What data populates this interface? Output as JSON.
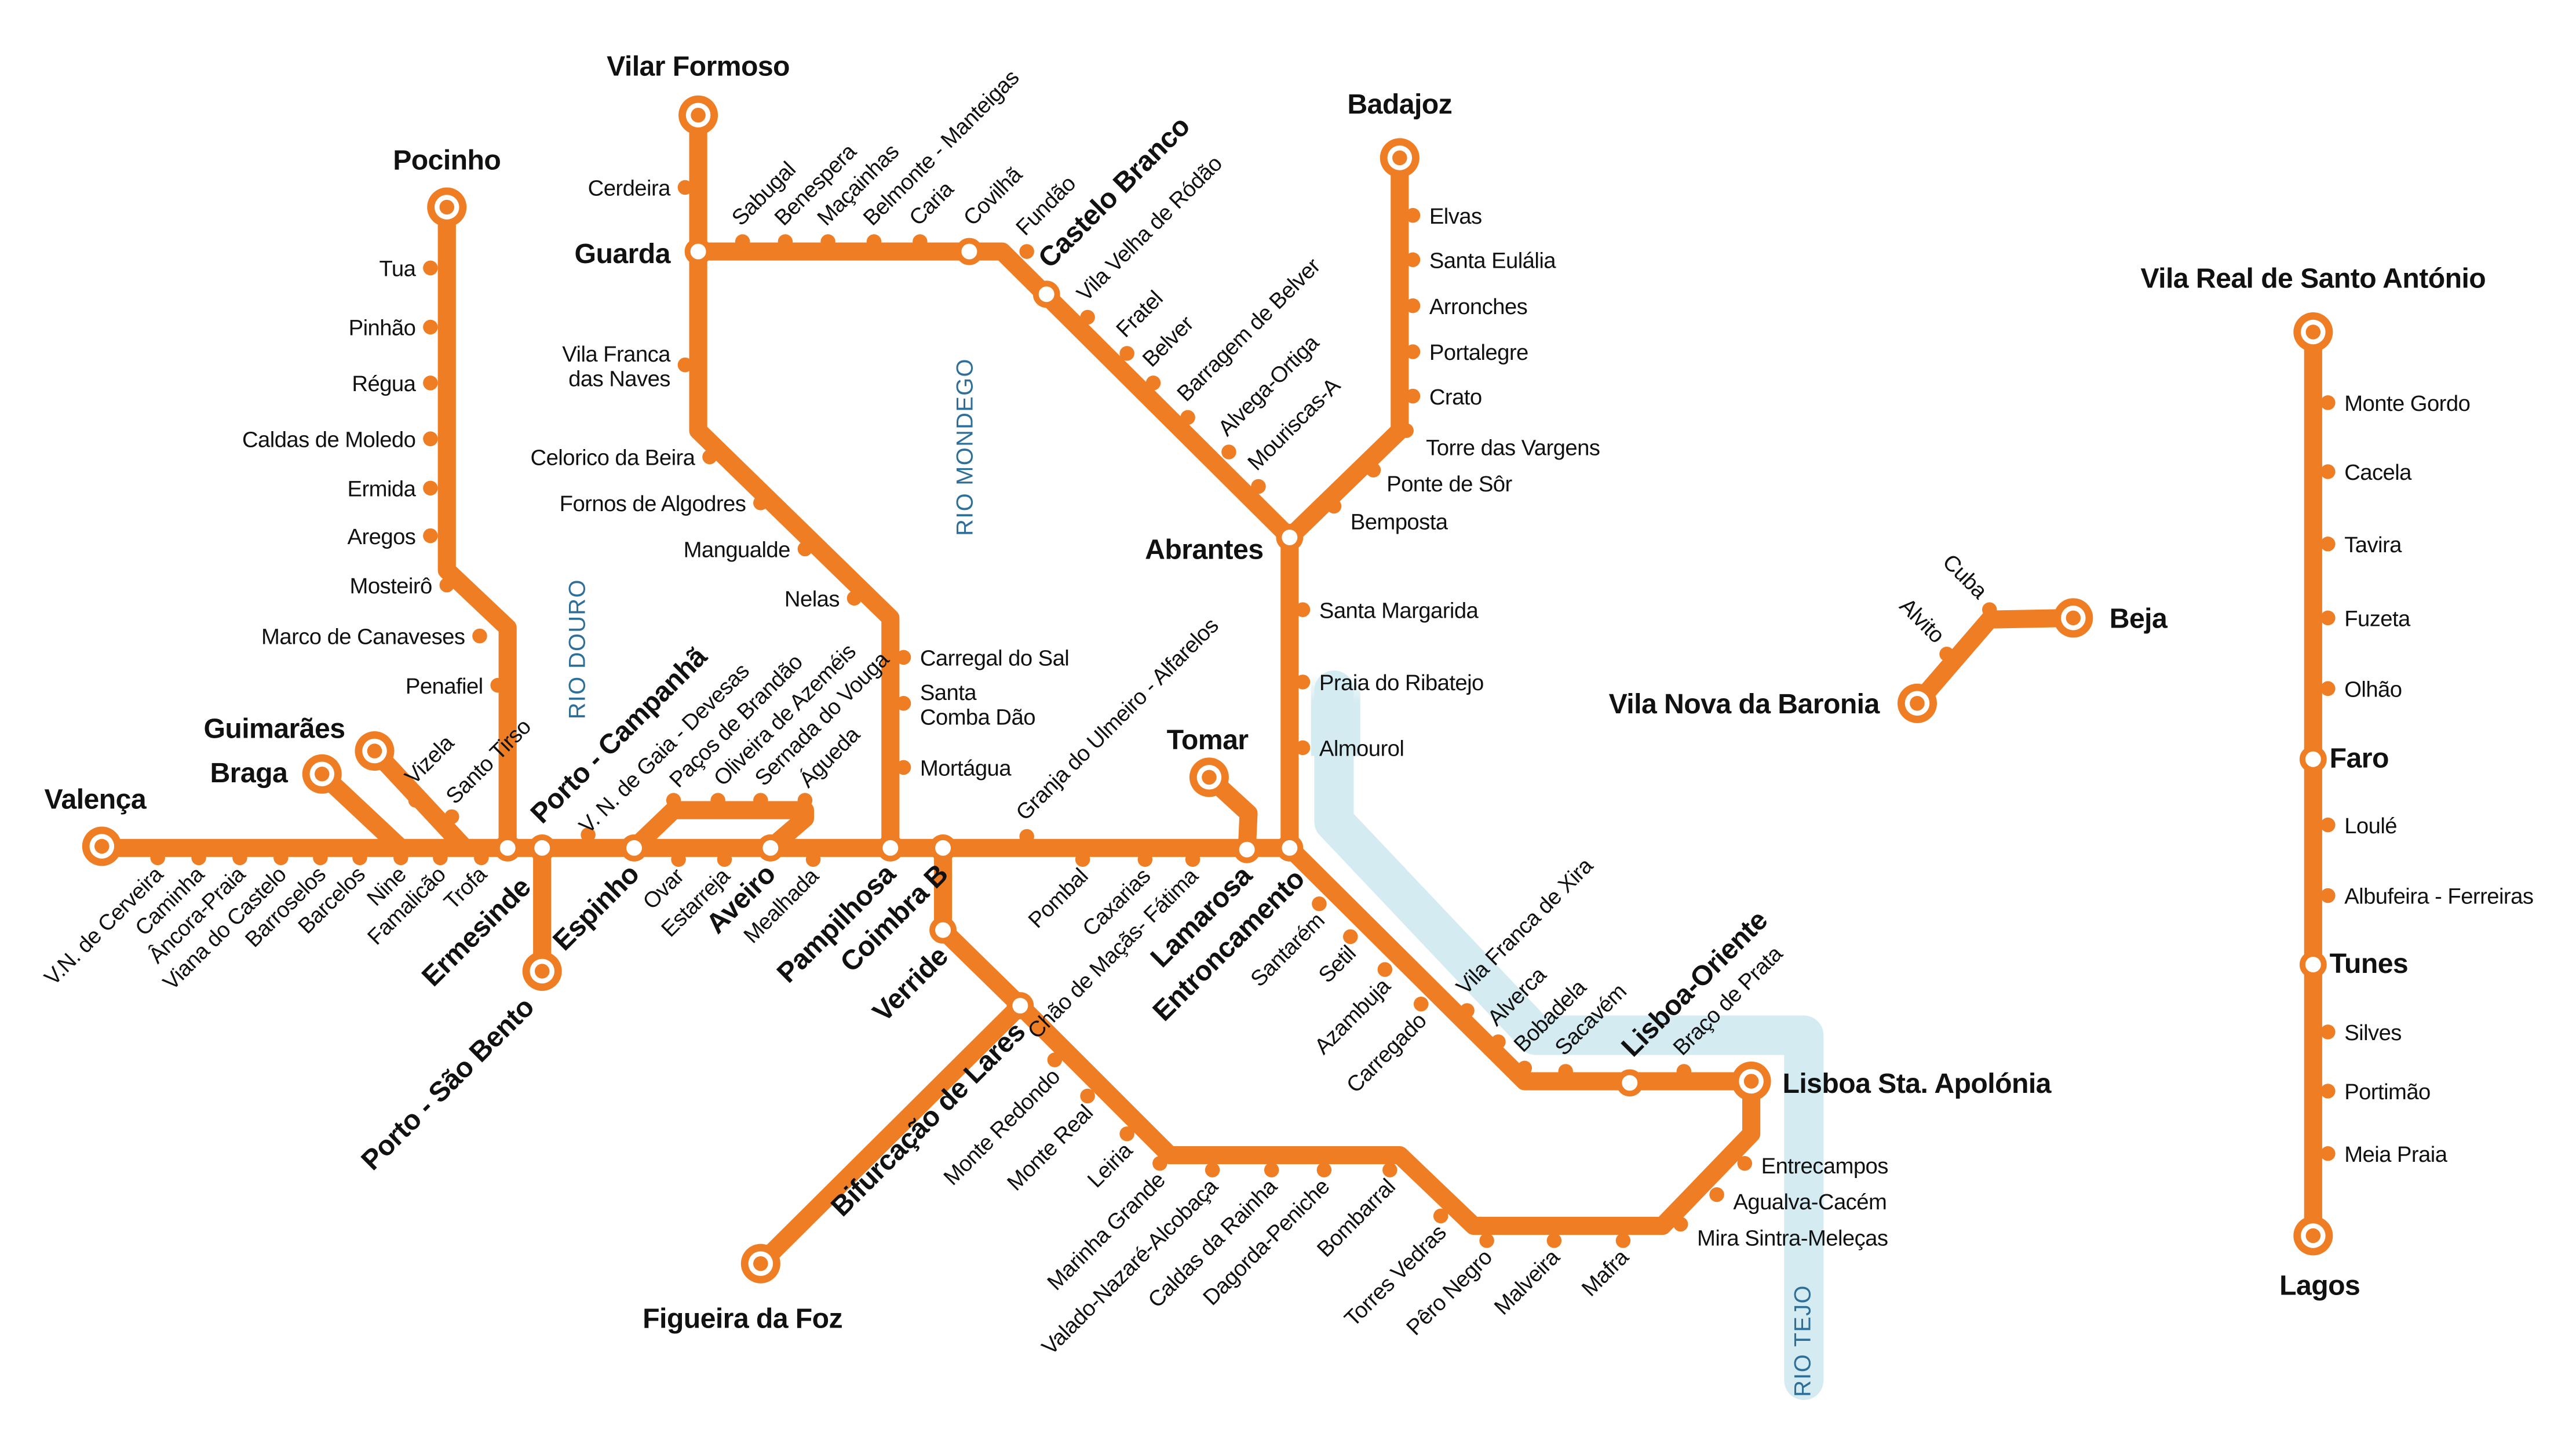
{
  "colors": {
    "line": "#ee7d24",
    "river": "#d4ebf2",
    "river_label": "#2e6f99",
    "station_fill": "#ffffff"
  },
  "rivers": [
    {
      "name": "RIO DOURO"
    },
    {
      "name": "RIO MONDEGO"
    },
    {
      "name": "RIO TEJO"
    }
  ],
  "stations": [
    {
      "name": "Valença",
      "kind": "terminal",
      "bold": true
    },
    {
      "name": "V.N. de Cerveira",
      "kind": "stop"
    },
    {
      "name": "Caminha",
      "kind": "stop"
    },
    {
      "name": "Âncora-Praia",
      "kind": "stop"
    },
    {
      "name": "Viana do Castelo",
      "kind": "stop"
    },
    {
      "name": "Barroselos",
      "kind": "stop"
    },
    {
      "name": "Barcelos",
      "kind": "stop"
    },
    {
      "name": "Nine",
      "kind": "stop"
    },
    {
      "name": "Famalicão",
      "kind": "stop"
    },
    {
      "name": "Trofa",
      "kind": "stop"
    },
    {
      "name": "Ermesinde",
      "kind": "interchange",
      "bold": true
    },
    {
      "name": "Braga",
      "kind": "terminal",
      "bold": true
    },
    {
      "name": "Guimarães",
      "kind": "terminal",
      "bold": true
    },
    {
      "name": "Vizela",
      "kind": "stop"
    },
    {
      "lines": [
        "Santo",
        "Tirso"
      ],
      "kind": "stop"
    },
    {
      "name": "Penafiel",
      "kind": "stop"
    },
    {
      "name": "Marco de Canaveses",
      "kind": "stop"
    },
    {
      "name": "Mosteirô",
      "kind": "stop"
    },
    {
      "name": "Aregos",
      "kind": "stop"
    },
    {
      "name": "Ermida",
      "kind": "stop"
    },
    {
      "name": "Caldas de Moledo",
      "kind": "stop"
    },
    {
      "name": "Régua",
      "kind": "stop"
    },
    {
      "name": "Pinhão",
      "kind": "stop"
    },
    {
      "name": "Tua",
      "kind": "stop"
    },
    {
      "name": "Pocinho",
      "kind": "terminal",
      "bold": true
    },
    {
      "name": "Porto - Campanhã",
      "kind": "interchange",
      "bold": true
    },
    {
      "name": "Porto - São Bento",
      "kind": "terminal",
      "bold": true
    },
    {
      "name": "V. N. de Gaia - Devesas",
      "kind": "stop"
    },
    {
      "name": "Espinho",
      "kind": "interchange",
      "bold": true
    },
    {
      "name": "Paços de Brandão",
      "kind": "stop"
    },
    {
      "name": "Oliveira de Azeméis",
      "kind": "stop"
    },
    {
      "lines": [
        "Sernada do",
        "Vouga"
      ],
      "kind": "stop"
    },
    {
      "name": "Águeda",
      "kind": "stop"
    },
    {
      "name": "Ovar",
      "kind": "stop"
    },
    {
      "name": "Estarreja",
      "kind": "stop"
    },
    {
      "name": "Aveiro",
      "kind": "interchange",
      "bold": true
    },
    {
      "name": "Mealhada",
      "kind": "stop"
    },
    {
      "name": "Pampilhosa",
      "kind": "interchange",
      "bold": true
    },
    {
      "name": "Coimbra B",
      "kind": "interchange",
      "bold": true
    },
    {
      "name": "Mortágua",
      "kind": "stop"
    },
    {
      "lines": [
        "Santa",
        "Comba Dão"
      ],
      "kind": "stop"
    },
    {
      "name": "Carregal do Sal",
      "kind": "stop"
    },
    {
      "name": "Nelas",
      "kind": "stop"
    },
    {
      "name": "Mangualde",
      "kind": "stop"
    },
    {
      "name": "Fornos de Algodres",
      "kind": "stop"
    },
    {
      "name": "Celorico da Beira",
      "kind": "stop"
    },
    {
      "lines": [
        "Vila Franca",
        "das Naves"
      ],
      "kind": "stop"
    },
    {
      "name": "Guarda",
      "kind": "interchange",
      "bold": true
    },
    {
      "name": "Cerdeira",
      "kind": "stop"
    },
    {
      "name": "Vilar Formoso",
      "kind": "terminal",
      "bold": true
    },
    {
      "name": "Sabugal",
      "kind": "stop"
    },
    {
      "name": "Benespera",
      "kind": "stop"
    },
    {
      "name": "Maçainhas",
      "kind": "stop"
    },
    {
      "name": "Belmonte - Manteigas",
      "kind": "stop"
    },
    {
      "name": "Caria",
      "kind": "stop"
    },
    {
      "name": "Covilhã",
      "kind": "interchange"
    },
    {
      "name": "Fundão",
      "kind": "stop"
    },
    {
      "name": "Castelo Branco",
      "kind": "interchange",
      "bold": true
    },
    {
      "name": "Vila Velha de Ródão",
      "kind": "stop"
    },
    {
      "name": "Fratel",
      "kind": "stop"
    },
    {
      "name": "Belver",
      "kind": "stop"
    },
    {
      "name": "Barragem de Belver",
      "kind": "stop"
    },
    {
      "name": "Alvega-Ortiga",
      "kind": "stop"
    },
    {
      "name": "Mouriscas-A",
      "kind": "stop"
    },
    {
      "name": "Abrantes",
      "kind": "interchange",
      "bold": true
    },
    {
      "name": "Bemposta",
      "kind": "stop"
    },
    {
      "name": "Ponte de Sôr",
      "kind": "stop"
    },
    {
      "name": "Torre das Vargens",
      "kind": "stop"
    },
    {
      "name": "Crato",
      "kind": "stop"
    },
    {
      "name": "Portalegre",
      "kind": "stop"
    },
    {
      "name": "Arronches",
      "kind": "stop"
    },
    {
      "name": "Santa Eulália",
      "kind": "stop"
    },
    {
      "name": "Elvas",
      "kind": "stop"
    },
    {
      "name": "Badajoz",
      "kind": "terminal",
      "bold": true
    },
    {
      "name": "Santa Margarida",
      "kind": "stop"
    },
    {
      "name": "Praia do Ribatejo",
      "kind": "stop"
    },
    {
      "name": "Almourol",
      "kind": "stop"
    },
    {
      "name": "Granja do Ulmeiro - Alfarelos",
      "kind": "stop"
    },
    {
      "name": "Pombal",
      "kind": "stop"
    },
    {
      "name": "Caxarias",
      "kind": "stop"
    },
    {
      "lines": [
        "Chão de Maçãs-",
        "Fátima"
      ],
      "kind": "stop"
    },
    {
      "name": "Tomar",
      "kind": "terminal",
      "bold": true
    },
    {
      "name": "Lamarosa",
      "kind": "interchange",
      "bold": true
    },
    {
      "name": "Entroncamento",
      "kind": "interchange",
      "bold": true
    },
    {
      "name": "Santarém",
      "kind": "stop"
    },
    {
      "name": "Setil",
      "kind": "stop"
    },
    {
      "name": "Azambuja",
      "kind": "stop"
    },
    {
      "name": "Carregado",
      "kind": "stop"
    },
    {
      "name": "Vila Franca de Xira",
      "kind": "stop"
    },
    {
      "name": "Alverca",
      "kind": "stop"
    },
    {
      "name": "Bobadela",
      "kind": "stop"
    },
    {
      "name": "Sacavém",
      "kind": "stop"
    },
    {
      "name": "Lisboa-Oriente",
      "kind": "interchange",
      "bold": true
    },
    {
      "name": "Braço de Prata",
      "kind": "stop"
    },
    {
      "name": "Lisboa Sta. Apolónia",
      "kind": "terminal",
      "bold": true
    },
    {
      "name": "Entrecampos",
      "kind": "stop"
    },
    {
      "name": "Agualva-Cacém",
      "kind": "stop"
    },
    {
      "name": "Mira Sintra-Meleças",
      "kind": "stop"
    },
    {
      "name": "Mafra",
      "kind": "stop"
    },
    {
      "name": "Malveira",
      "kind": "stop"
    },
    {
      "name": "Pêro Negro",
      "kind": "stop"
    },
    {
      "name": "Torres Vedras",
      "kind": "stop"
    },
    {
      "name": "Bombarral",
      "kind": "stop"
    },
    {
      "name": "Dagorda-Peniche",
      "kind": "stop"
    },
    {
      "name": "Caldas da Rainha",
      "kind": "stop"
    },
    {
      "name": "Valado-Nazaré-Alcobaça",
      "kind": "stop"
    },
    {
      "name": "Marinha Grande",
      "kind": "stop"
    },
    {
      "name": "Leiria",
      "kind": "stop"
    },
    {
      "name": "Monte Real",
      "kind": "stop"
    },
    {
      "name": "Monte Redondo",
      "kind": "stop"
    },
    {
      "name": "Bifurcação de Lares",
      "kind": "interchange",
      "bold": true
    },
    {
      "name": "Figueira da Foz",
      "kind": "terminal",
      "bold": true
    },
    {
      "name": "Verride",
      "kind": "interchange",
      "bold": true
    },
    {
      "name": "Vila Nova da Baronia",
      "kind": "terminal",
      "bold": true
    },
    {
      "name": "Alvito",
      "kind": "stop"
    },
    {
      "name": "Cuba",
      "kind": "stop"
    },
    {
      "name": "Beja",
      "kind": "terminal",
      "bold": true
    },
    {
      "name": "Vila Real de Santo António",
      "kind": "terminal",
      "bold": true
    },
    {
      "name": "Monte Gordo",
      "kind": "stop"
    },
    {
      "name": "Cacela",
      "kind": "stop"
    },
    {
      "name": "Tavira",
      "kind": "stop"
    },
    {
      "name": "Fuzeta",
      "kind": "stop"
    },
    {
      "name": "Olhão",
      "kind": "stop"
    },
    {
      "name": "Faro",
      "kind": "interchange",
      "bold": true
    },
    {
      "name": "Loulé",
      "kind": "stop"
    },
    {
      "name": "Albufeira - Ferreiras",
      "kind": "stop"
    },
    {
      "name": "Tunes",
      "kind": "interchange",
      "bold": true
    },
    {
      "name": "Silves",
      "kind": "stop"
    },
    {
      "name": "Portimão",
      "kind": "stop"
    },
    {
      "name": "Meia Praia",
      "kind": "stop"
    },
    {
      "name": "Lagos",
      "kind": "terminal",
      "bold": true
    }
  ]
}
